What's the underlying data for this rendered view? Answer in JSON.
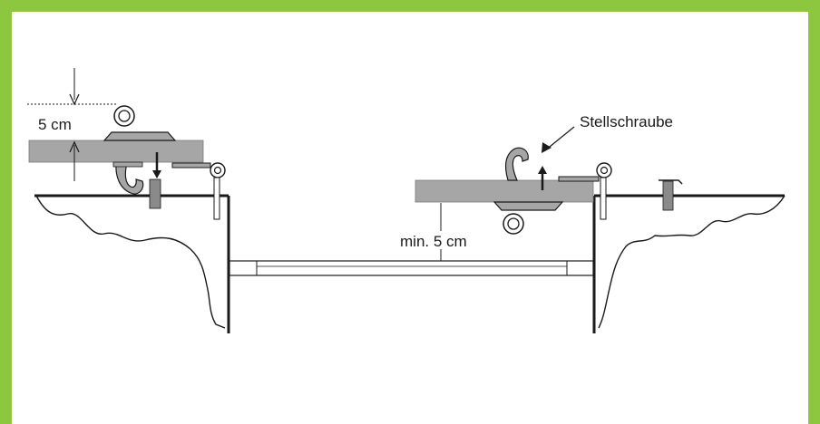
{
  "labels": {
    "thickness": "5 cm",
    "adjusting_screw": "Stellschraube",
    "min_distance": "min. 5 cm"
  },
  "colors": {
    "frame_border": "#8dc63f",
    "beam_fill": "#a6a6a6",
    "line": "#1a1a1a",
    "background": "#ffffff"
  }
}
